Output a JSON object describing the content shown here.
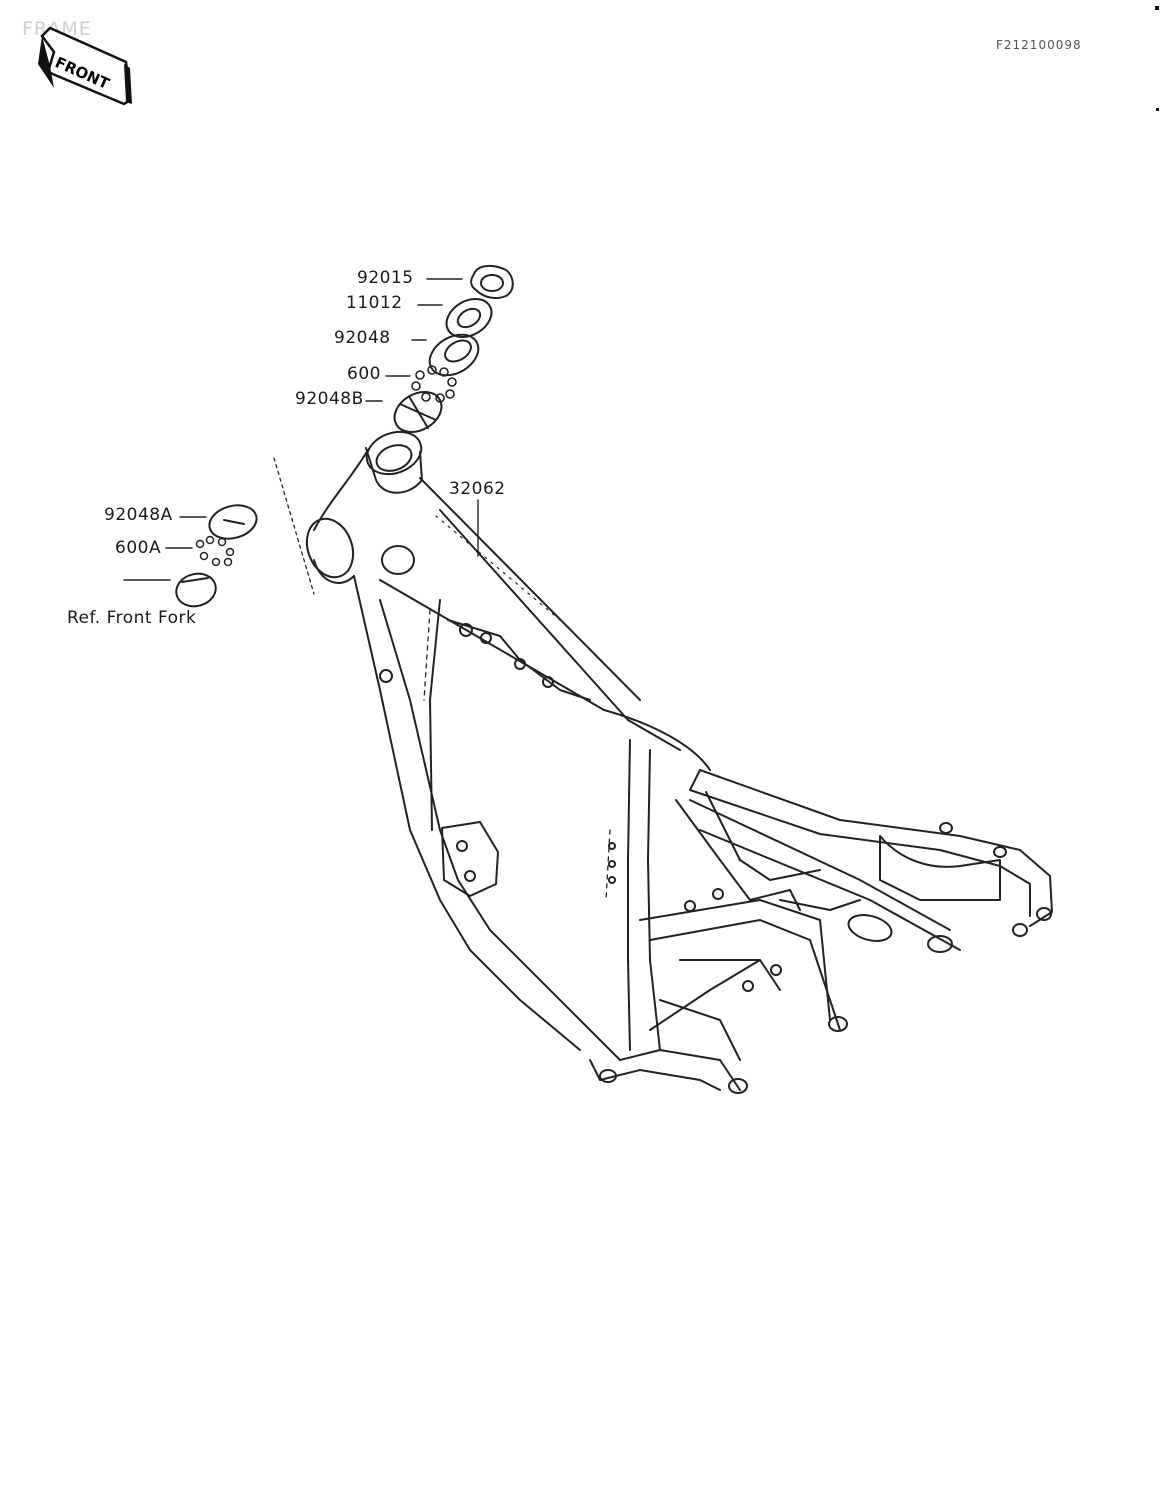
{
  "header": {
    "section_title": "FRAME",
    "ref_code": "F212100098",
    "front_badge": "FRONT"
  },
  "parts": [
    {
      "id": "p1",
      "number": "92015"
    },
    {
      "id": "p2",
      "number": "11012"
    },
    {
      "id": "p3",
      "number": "92048"
    },
    {
      "id": "p4",
      "number": "600"
    },
    {
      "id": "p5",
      "number": "92048B"
    },
    {
      "id": "p6",
      "number": "32062"
    },
    {
      "id": "p7",
      "number": "92048A"
    },
    {
      "id": "p8",
      "number": "600A"
    }
  ],
  "reference_note": "Ref. Front Fork",
  "icons": [
    "front-arrow-icon"
  ]
}
